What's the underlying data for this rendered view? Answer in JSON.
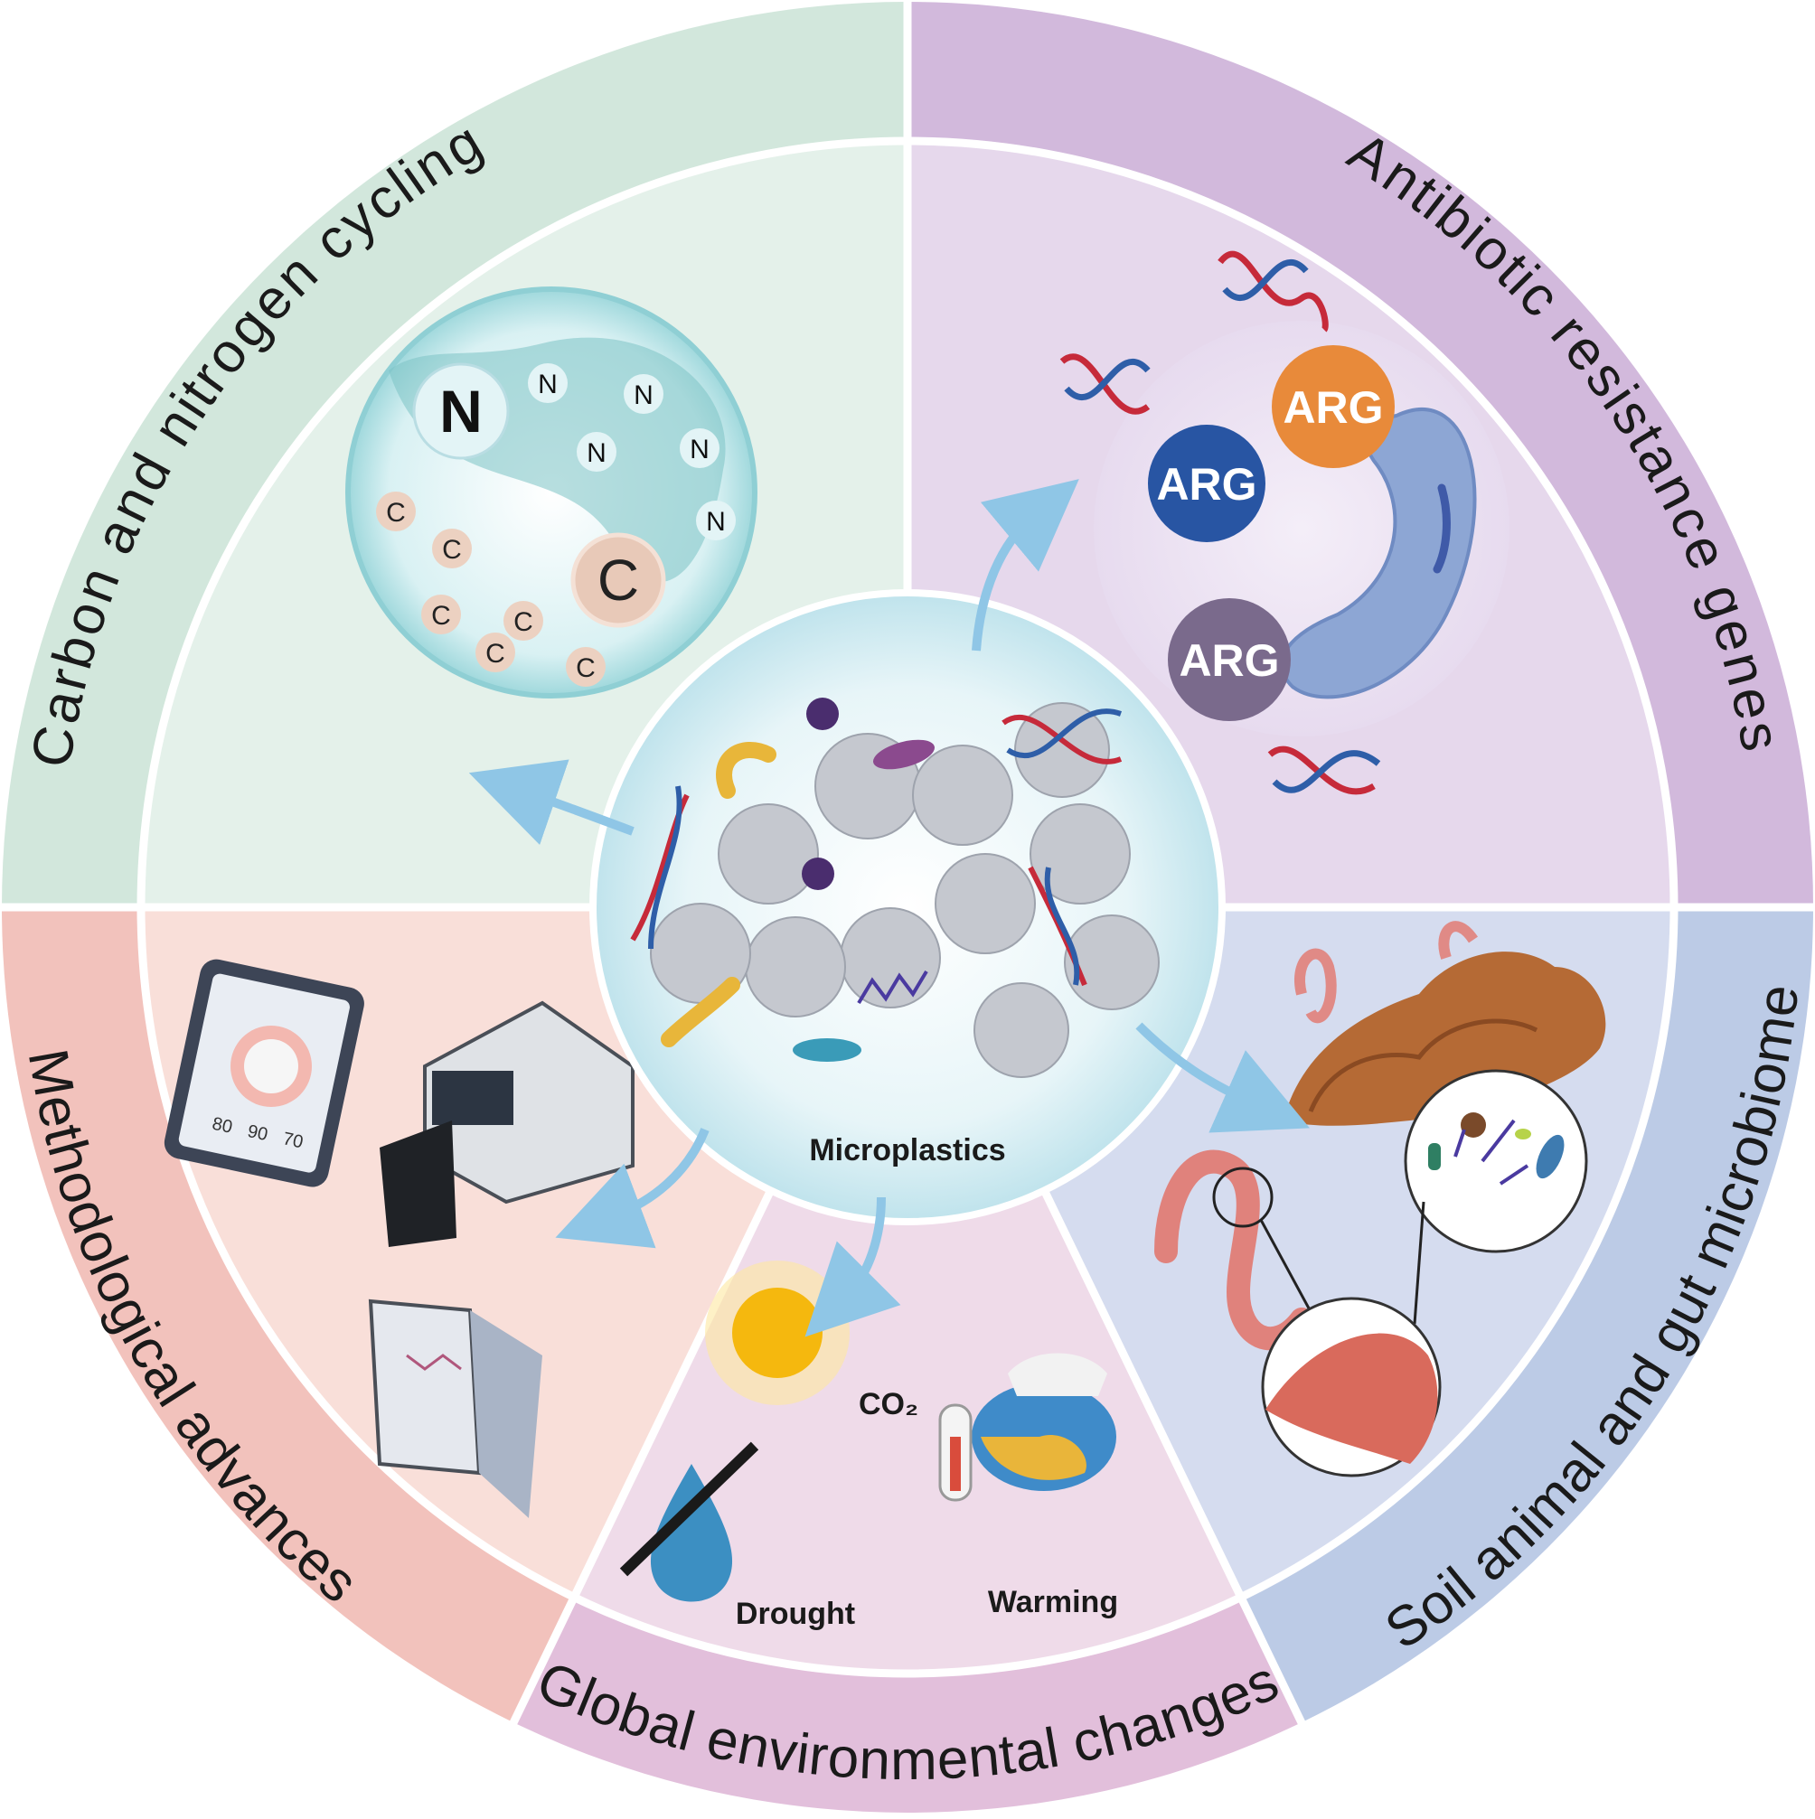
{
  "center": {
    "label": "Microplastics"
  },
  "sectors": {
    "carbon_nitrogen": {
      "title": "Carbon and nitrogen cycling",
      "big_n": "N",
      "small_n": "N",
      "big_c": "C",
      "small_c": "C"
    },
    "antibiotic": {
      "title": "Antibiotic resistance genes",
      "arg": "ARG"
    },
    "soil_animal": {
      "title": "Soil animal and gut microbiome"
    },
    "global_env": {
      "title": "Global environmental changes",
      "co2": "CO₂",
      "drought": "Drought",
      "warming": "Warming"
    },
    "methodological": {
      "title": "Methodological advances",
      "phone_values": [
        "80",
        "90",
        "70"
      ]
    }
  },
  "colors": {
    "carbon_outer": "#d2e7dc",
    "carbon_inner": "#e4f1ea",
    "antibiotic_outer": "#d2b9dc",
    "antibiotic_inner": "#e6d8ec",
    "soil_outer": "#bccbe6",
    "soil_inner": "#d5dcef",
    "global_outer": "#e2bfdb",
    "global_inner": "#efdbe9",
    "method_outer": "#f2c2bc",
    "method_inner": "#f9dfd9",
    "center_fill": "#e6f4f7"
  }
}
